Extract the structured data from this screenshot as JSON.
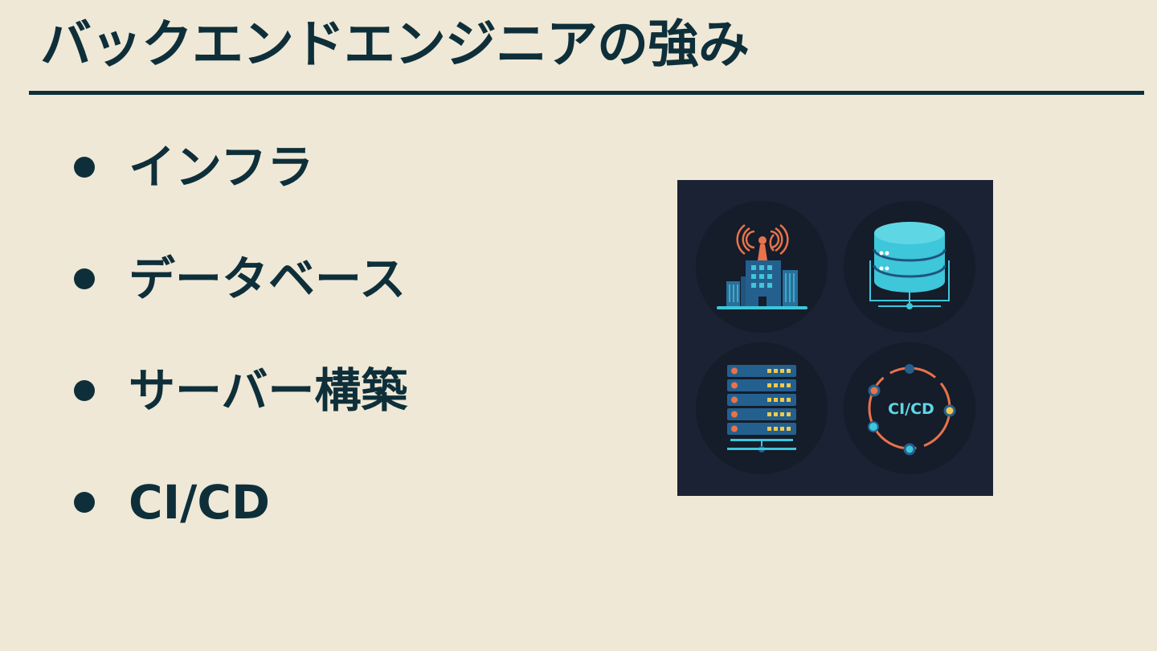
{
  "slide": {
    "title": "バックエンドエンジニアの強み",
    "bullets": [
      {
        "label": "インフラ"
      },
      {
        "label": "データベース"
      },
      {
        "label": "サーバー構築"
      },
      {
        "label": "CI/CD"
      }
    ]
  },
  "illustration": {
    "icons": [
      "infrastructure-icon",
      "database-icon",
      "server-rack-icon",
      "ci-cd-cycle-icon"
    ],
    "cicd_label": "CI/CD"
  },
  "colors": {
    "background": "#efe8d6",
    "text": "#0e2f3a",
    "panel": "#1a2233",
    "cyan": "#3ec6da",
    "blue": "#24608e",
    "orange": "#e8734a",
    "yellow": "#f2c94c"
  }
}
